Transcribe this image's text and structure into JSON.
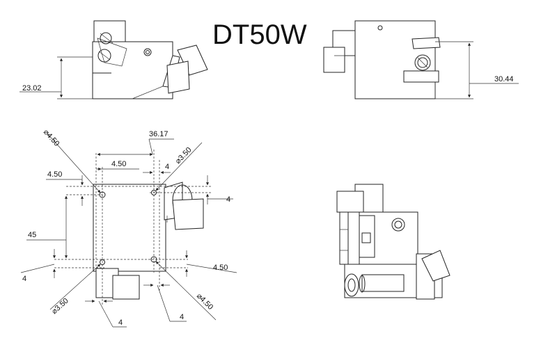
{
  "title": "DT50W",
  "dimensions": {
    "side_height": "23.02",
    "front_height": "30.44",
    "hole_dia_top_left": "4.50",
    "hole_dia_top_right": "3.50",
    "hole_dia_bottom_left": "3.50",
    "hole_dia_bottom_right": "4.50",
    "hole_spacing_width": "36.17",
    "hole_offset_top_x": "4.50",
    "hole_offset_top_left_y": "4.50",
    "hole_offset_top_right_x": "4",
    "hole_offset_right_y": "4",
    "hole_spacing_height": "45",
    "hole_offset_bottom_left_y": "4",
    "hole_offset_bottom_right_y": "4.50",
    "hole_offset_bottom_left_x": "4",
    "hole_offset_bottom_right_x": "4"
  }
}
